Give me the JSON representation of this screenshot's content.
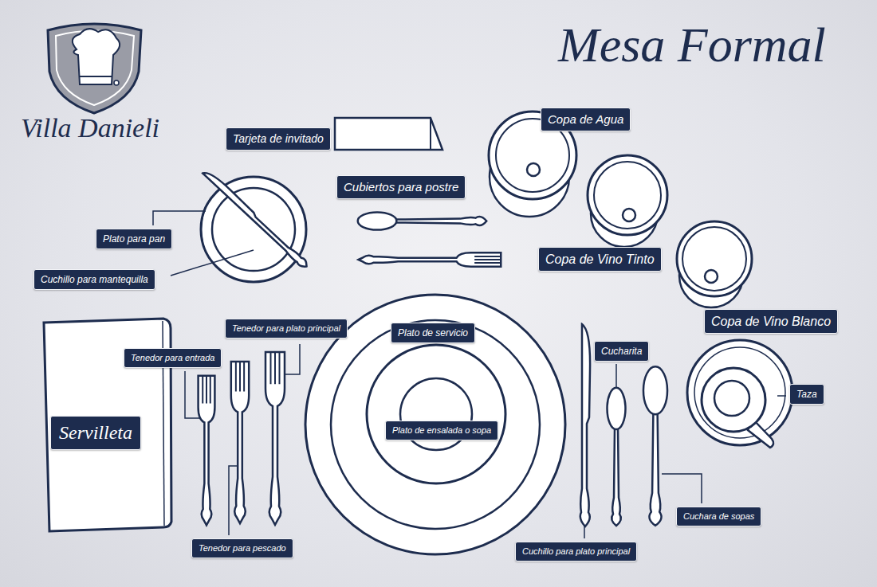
{
  "diagram": {
    "title": "Mesa Formal",
    "nodes": [
      {
        "text": [
          "Tarjeta de invitado"
        ]
      },
      {
        "text": [
          "Copa de Agua"
        ]
      },
      {
        "text": [
          "Cubiertos para postre"
        ]
      },
      {
        "text": [
          "Plato para pan"
        ]
      },
      {
        "text": [
          "Copa de Vino Tinto"
        ]
      },
      {
        "text": [
          "Cuchillo para mantequilla"
        ]
      },
      {
        "text": [
          "Copa de Vino Blanco"
        ]
      },
      {
        "text": [
          "Tenedor para plato principal"
        ]
      },
      {
        "text": [
          "Plato de servicio"
        ]
      },
      {
        "text": [
          "Tenedor para entrada"
        ]
      },
      {
        "text": [
          "Cucharita"
        ]
      },
      {
        "text": [
          "Taza"
        ]
      },
      {
        "text": [
          "Servilleta"
        ]
      },
      {
        "text": [
          "Plato de ensalada o sopa"
        ]
      },
      {
        "text": [
          "Cuchara de sopas"
        ]
      },
      {
        "text": [
          "Tenedor para pescado"
        ]
      },
      {
        "text": [
          "Cuchillo para plato principal"
        ]
      }
    ],
    "labels": [
      "Villa Danieli"
    ]
  }
}
